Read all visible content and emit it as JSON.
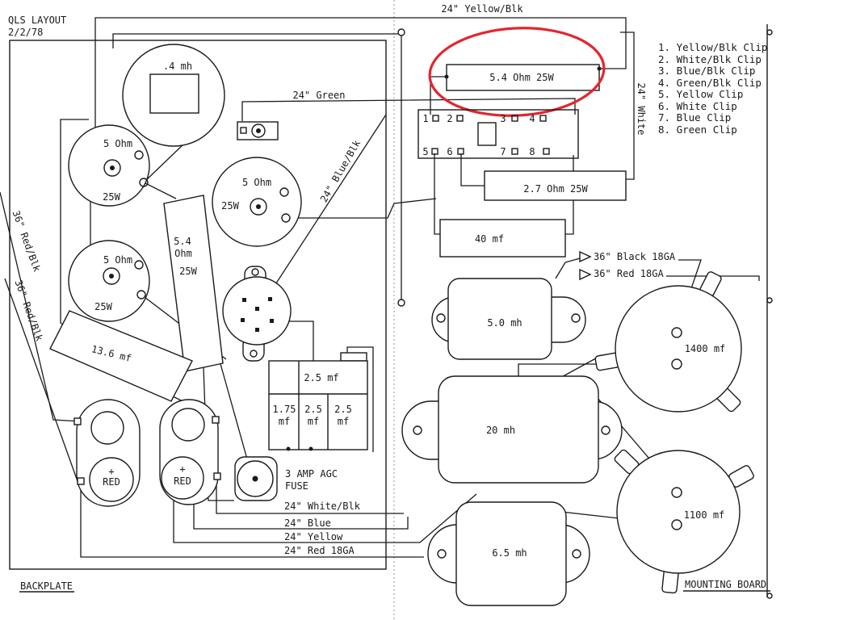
{
  "title": {
    "name": "QLS LAYOUT",
    "date": "2/2/78"
  },
  "wires": {
    "top_yellow_blk": "24\" Yellow/Blk",
    "green": "24\" Green",
    "blue_blk": "24\" Blue/Blk",
    "white_right": "24\" White",
    "red_blk_1": "36\" Red/Blk",
    "red_blk_2": "36\" Red/Blk",
    "black_18ga": "36\" Black 18GA",
    "red_18ga_right": "36\" Red 18GA",
    "white_blk_bottom": "24\" White/Blk",
    "blue_bottom": "24\" Blue",
    "yellow_bottom": "24\" Yellow",
    "red_18ga_bottom": "24\" Red 18GA"
  },
  "components": {
    "inductor_small": ".4 mh",
    "resistor_upper_left": {
      "value": "5 Ohm",
      "power": "25W"
    },
    "resistor_lower_left": {
      "value": "5 Ohm",
      "power": "25W"
    },
    "resistor_center": {
      "value": "5 Ohm",
      "power": "25W"
    },
    "resistor_vertical": {
      "line1": "5.4",
      "line2": "Ohm",
      "line3": "25W"
    },
    "resistor_highlighted": "5.4 Ohm 25W",
    "resistor_27": "2.7 Ohm 25W",
    "cap_40": "40 mf",
    "cap_136": "13.6 mf",
    "cap_bank": {
      "top": "2.5 mf",
      "cells": [
        {
          "value": "1.75",
          "unit": "mf"
        },
        {
          "value": "2.5",
          "unit": "mf"
        },
        {
          "value": "2.5",
          "unit": "mf"
        }
      ]
    },
    "inductor_50": "5.0 mh",
    "inductor_20": "20 mh",
    "inductor_65": "6.5 mh",
    "cap_1400": "1400 mf",
    "cap_1100": "1100 mf",
    "binding_posts": [
      {
        "sign": "+",
        "label": "RED"
      },
      {
        "sign": "+",
        "label": "RED"
      }
    ],
    "fuse": {
      "line1": "3 AMP AGC",
      "line2": "FUSE"
    }
  },
  "terminal_strip": {
    "top": [
      "1",
      "2",
      "3",
      "4"
    ],
    "bottom": [
      "5",
      "6",
      "7",
      "8"
    ]
  },
  "legend": [
    "1. Yellow/Blk Clip",
    "2. White/Blk Clip",
    "3. Blue/Blk Clip",
    "4. Green/Blk Clip",
    "5. Yellow Clip",
    "6. White Clip",
    "7. Blue Clip",
    "8. Green Clip"
  ],
  "boards": {
    "left": "BACKPLATE",
    "right": "MOUNTING BOARD"
  },
  "colors": {
    "ink": "#1a1a1a",
    "paper": "#ffffff",
    "highlight": "#e3262f"
  }
}
